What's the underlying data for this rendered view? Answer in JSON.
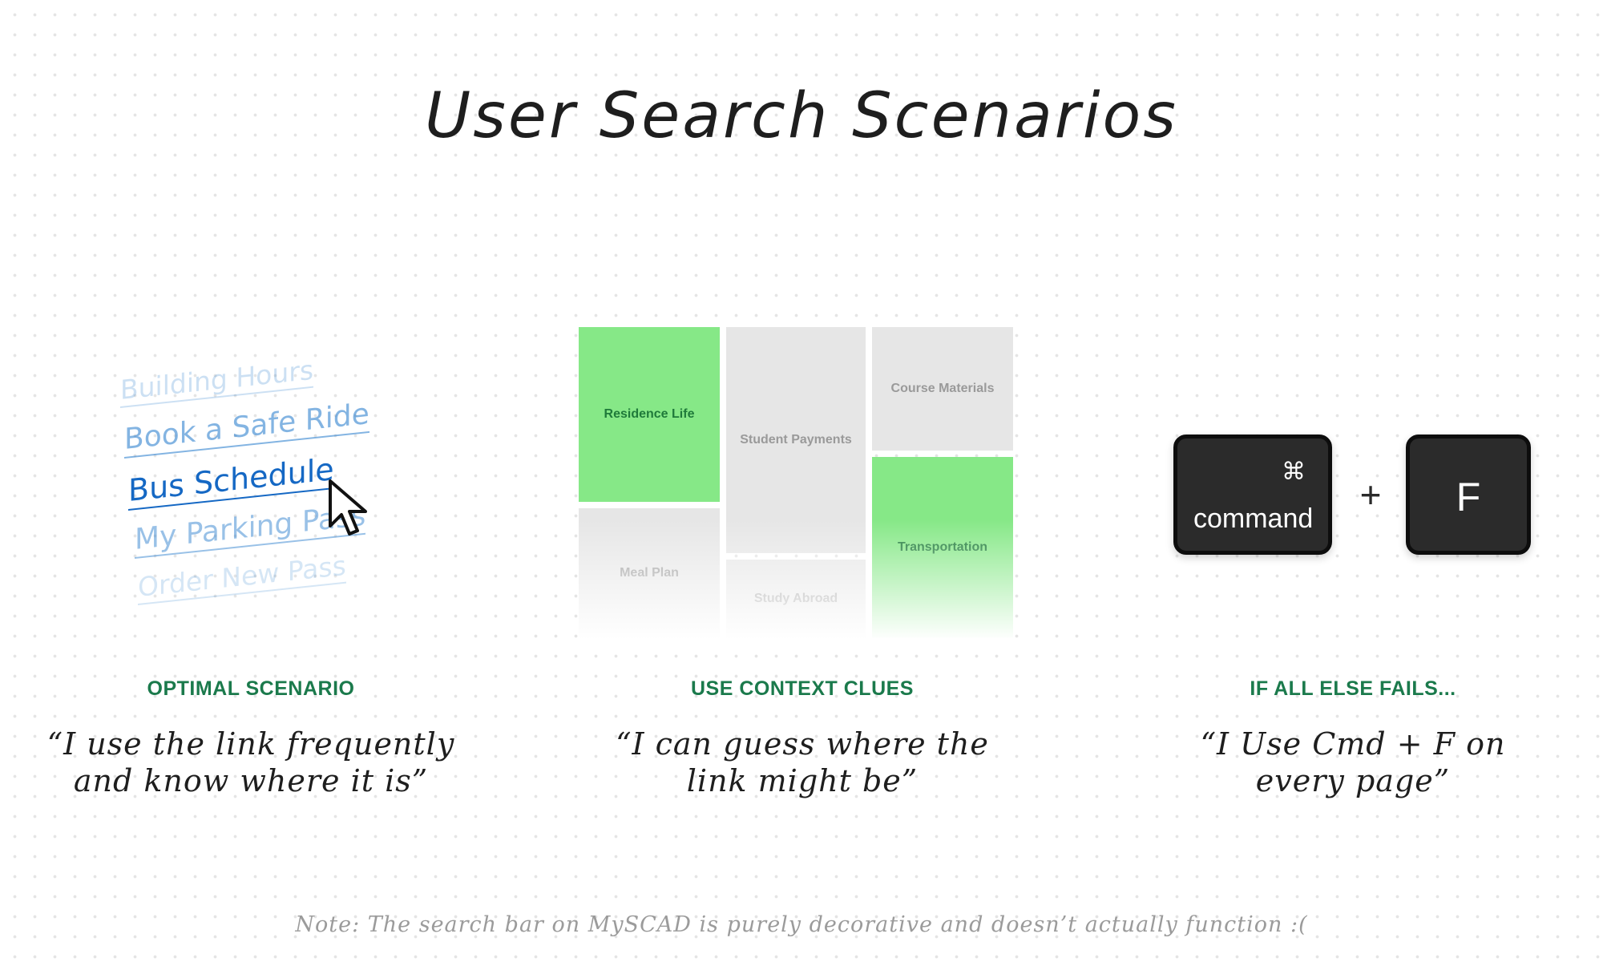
{
  "title": "User Search Scenarios",
  "links": [
    "Building Hours",
    "Book a Safe Ride",
    "Bus Schedule",
    "My Parking Pass",
    "Order New Pass"
  ],
  "treemap": {
    "tiles": [
      {
        "label": "Residence Life",
        "highlighted": true
      },
      {
        "label": "Student Payments",
        "highlighted": false
      },
      {
        "label": "Course Materials",
        "highlighted": false
      },
      {
        "label": "Transportation",
        "highlighted": true
      },
      {
        "label": "Meal Plan",
        "highlighted": false
      },
      {
        "label": "Study Abroad",
        "highlighted": false
      }
    ]
  },
  "keys": {
    "command_symbol": "⌘",
    "command_label": "command",
    "plus": "+",
    "f_label": "F"
  },
  "scenarios": [
    {
      "heading": "OPTIMAL SCENARIO",
      "quote_line1": "“I use the link frequently",
      "quote_line2": "and know where it is”"
    },
    {
      "heading": "USE CONTEXT CLUES",
      "quote_line1": "“I can guess where the",
      "quote_line2": "link might be”"
    },
    {
      "heading": "IF ALL ELSE FAILS...",
      "quote_line1": "“I Use Cmd + F on",
      "quote_line2": "every page”"
    }
  ],
  "note": "Note: The search bar on MySCAD is purely decorative and doesn’t actually function :(",
  "colors": {
    "link_blue": "#1e77cc",
    "tile_green": "#86e887",
    "tile_grey": "#e6e6e6",
    "heading_green": "#1b7a4c"
  }
}
